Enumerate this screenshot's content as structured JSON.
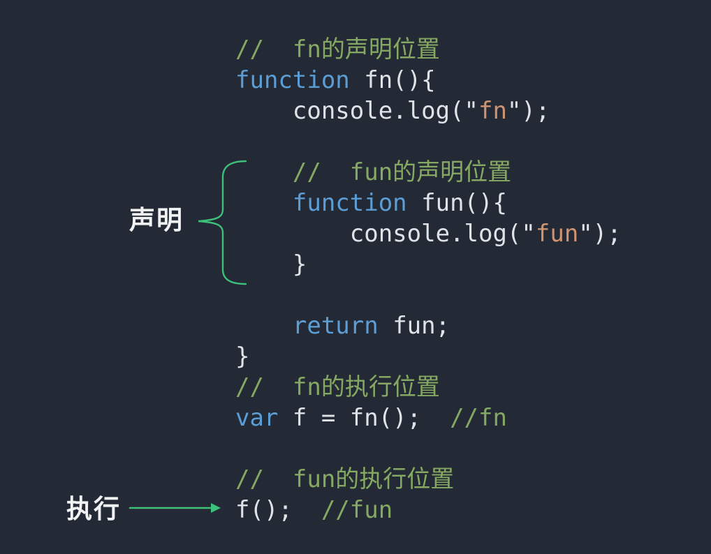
{
  "colors": {
    "background": "#232a35",
    "keyword": "#5d9dd5",
    "plain": "#dfe2e6",
    "comment": "#85a863",
    "string": "#cf9372",
    "accent": "#3fc07a",
    "label": "#f0f2f4"
  },
  "labels": {
    "declaration": "声明",
    "execution": "执行"
  },
  "code": {
    "lines": [
      {
        "segments": [
          {
            "text": "//  fn的声明位置",
            "type": "comment"
          }
        ]
      },
      {
        "segments": [
          {
            "text": "function",
            "type": "keyword"
          },
          {
            "text": " fn(){",
            "type": "plain"
          }
        ]
      },
      {
        "segments": [
          {
            "text": "    console.log(\"",
            "type": "plain"
          },
          {
            "text": "fn",
            "type": "string"
          },
          {
            "text": "\");",
            "type": "plain"
          }
        ]
      },
      {
        "segments": []
      },
      {
        "segments": [
          {
            "text": "    //  fun的声明位置",
            "type": "comment"
          }
        ]
      },
      {
        "segments": [
          {
            "text": "    ",
            "type": "plain"
          },
          {
            "text": "function",
            "type": "keyword"
          },
          {
            "text": " fun(){",
            "type": "plain"
          }
        ]
      },
      {
        "segments": [
          {
            "text": "        console.log(\"",
            "type": "plain"
          },
          {
            "text": "fun",
            "type": "string"
          },
          {
            "text": "\");",
            "type": "plain"
          }
        ]
      },
      {
        "segments": [
          {
            "text": "    }",
            "type": "plain"
          }
        ]
      },
      {
        "segments": []
      },
      {
        "segments": [
          {
            "text": "    ",
            "type": "plain"
          },
          {
            "text": "return",
            "type": "keyword"
          },
          {
            "text": " fun;",
            "type": "plain"
          }
        ]
      },
      {
        "segments": [
          {
            "text": "}",
            "type": "plain"
          }
        ]
      },
      {
        "segments": [
          {
            "text": "//  fn的执行位置",
            "type": "comment"
          }
        ]
      },
      {
        "segments": [
          {
            "text": "var",
            "type": "keyword"
          },
          {
            "text": " f = fn();  ",
            "type": "plain"
          },
          {
            "text": "//fn",
            "type": "comment"
          }
        ]
      },
      {
        "segments": []
      },
      {
        "segments": [
          {
            "text": "//  fun的执行位置",
            "type": "comment"
          }
        ]
      },
      {
        "segments": [
          {
            "text": "f();  ",
            "type": "plain"
          },
          {
            "text": "//fun",
            "type": "comment"
          }
        ]
      }
    ]
  }
}
